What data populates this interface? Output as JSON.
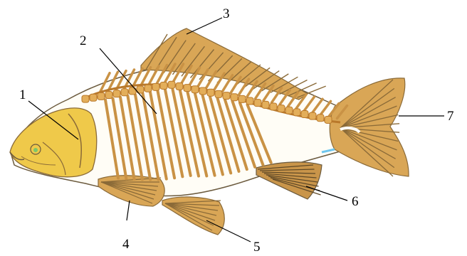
{
  "labels": {
    "l1": "1",
    "l2": "2",
    "l3": "3",
    "l4": "4",
    "l5": "5",
    "l6": "6",
    "l7": "7"
  },
  "colors": {
    "bone": "#E3AE5A",
    "bone_dark": "#B9782A",
    "skull": "#EFC94A",
    "body_fill": "#FFFDF6",
    "outline": "#6B5A3E",
    "fin": "#D9A656",
    "fin_ray": "#8A6A38",
    "accent_blue": "#6FC6EE",
    "eye_green": "#7CC86A"
  }
}
